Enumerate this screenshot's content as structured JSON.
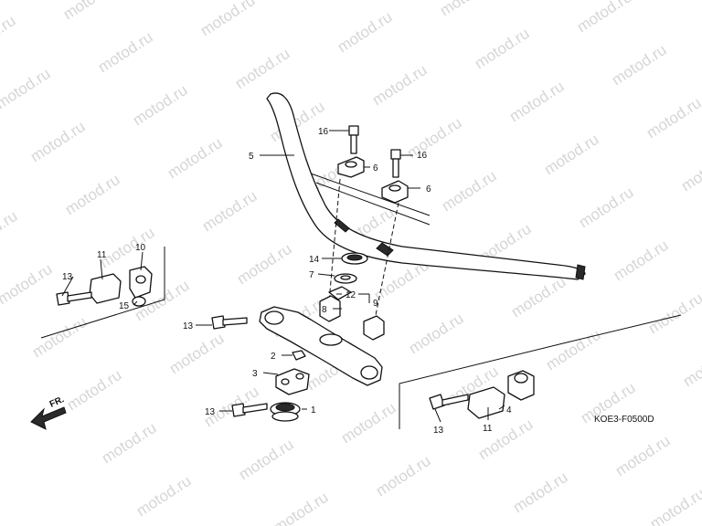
{
  "watermark": "motod.ru",
  "diagram_code": "KOE3-F0500D",
  "direction_label": "FR.",
  "callouts": {
    "p1": "1",
    "p2": "2",
    "p3": "3",
    "p4": "4",
    "p5": "5",
    "p6a": "6",
    "p6b": "6",
    "p7": "7",
    "p8": "8",
    "p9": "9",
    "p10": "10",
    "p11a": "11",
    "p11b": "11",
    "p12": "12",
    "p13a": "13",
    "p13b": "13",
    "p13c": "13",
    "p13d": "13",
    "p14": "14",
    "p15": "15",
    "p16a": "16",
    "p16b": "16"
  }
}
